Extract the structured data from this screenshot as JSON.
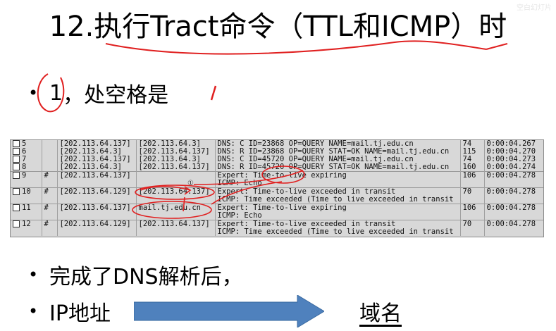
{
  "title": "12.执行Tract命令（TTL和ICMP）时",
  "watermark": "空白幻灯片",
  "bullets": {
    "first_number": "1",
    "first_text": "，处空格是",
    "second": "完成了DNS解析后，",
    "third": "IP地址",
    "target": "域名"
  },
  "capture_rows": [
    {
      "no": "5",
      "flag": "",
      "src": "[202.113.64.137]",
      "dst": "[202.113.64.3]",
      "summary": "DNS: C ID=23868 OP=QUERY NAME=mail.tj.edu.cn",
      "len": "74",
      "time": "0:00:04.267"
    },
    {
      "no": "6",
      "flag": "",
      "src": "[202.113.64.3]",
      "dst": "[202.113.64.137]",
      "summary": "DNS: R ID=23868 OP=QUERY STAT=OK NAME=mail.tj.edu.cn",
      "len": "115",
      "time": "0:00:04.270"
    },
    {
      "no": "7",
      "flag": "",
      "src": "[202.113.64.137]",
      "dst": "[202.113.64.3]",
      "summary": "DNS: C ID=45720 OP=QUERY NAME=mail.tj.edu.cn",
      "len": "74",
      "time": "0:00:04.273"
    },
    {
      "no": "8",
      "flag": "",
      "src": "[202.113.64.3]",
      "dst": "[202.113.64.137]",
      "summary": "DNS: R ID=45720 OP=QUERY STAT=OK NAME=mail.tj.edu.cn",
      "len": "160",
      "time": "0:00:04.274"
    },
    {
      "no": "9",
      "flag": "#",
      "src": "[202.113.64.137]",
      "dst": "",
      "summary": "Expert: Time-to-live expiring",
      "len": "106",
      "time": "0:00:04.278"
    },
    {
      "no": "",
      "flag": "",
      "src": "",
      "dst": "",
      "summary": "ICMP: Echo",
      "len": "",
      "time": ""
    },
    {
      "no": "10",
      "flag": "#",
      "src": "[202.113.64.129]",
      "dst": "[202.113.64.137]",
      "summary": "Expert: Time-to-live exceeded in transit",
      "len": "70",
      "time": "0:00:04.278"
    },
    {
      "no": "",
      "flag": "",
      "src": "",
      "dst": "",
      "summary": "ICMP: Time exceeded (Time to live exceeded in transit",
      "len": "",
      "time": ""
    },
    {
      "no": "11",
      "flag": "#",
      "src": "[202.113.64.137]",
      "dst": "mail.tj.edu.cn",
      "summary": "Expert: Time-to-live expiring",
      "len": "106",
      "time": "0:00:04.278"
    },
    {
      "no": "",
      "flag": "",
      "src": "",
      "dst": "",
      "summary": "ICMP: Echo",
      "len": "",
      "time": ""
    },
    {
      "no": "12",
      "flag": "#",
      "src": "[202.113.64.129]",
      "dst": "[202.113.64.137]",
      "summary": "Expert: Time-to-live exceeded in transit",
      "len": "70",
      "time": "0:00:04.278"
    },
    {
      "no": "",
      "flag": "",
      "src": "",
      "dst": "",
      "summary": "ICMP: Time exceeded (Time to live exceeded in transit",
      "len": "",
      "time": ""
    }
  ],
  "annotation_mark": "①",
  "colors": {
    "arrow": "#4f81bd",
    "ink": "#e02020",
    "capture_bg": "#d8d8d8"
  }
}
